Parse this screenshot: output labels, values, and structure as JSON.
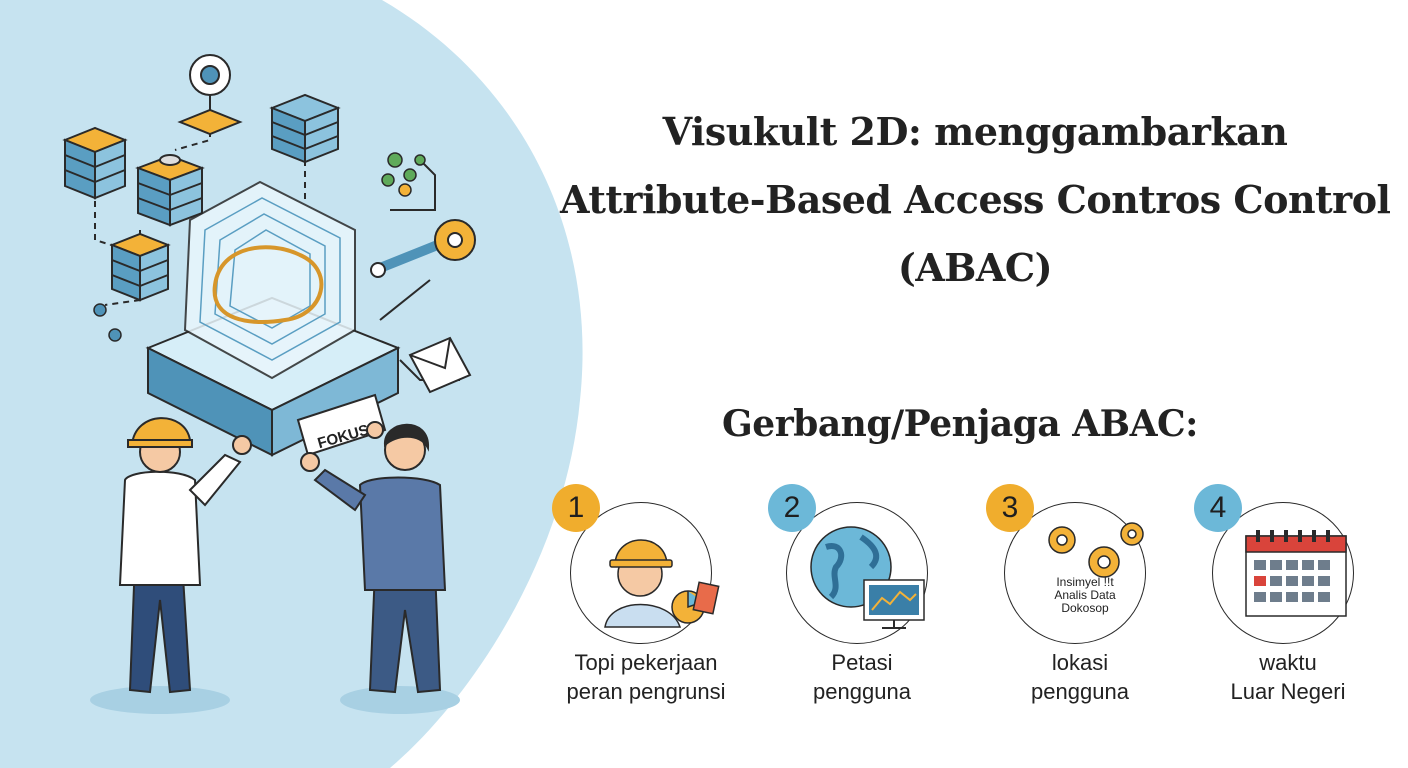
{
  "title_lines": [
    "Visukult 2D: menggambarkan",
    "Attribute-Based Access Contros Control",
    "(ABAC)"
  ],
  "subtitle": "Gerbang/Penjaga ABAC:",
  "illustration": {
    "badge": "FOKUS"
  },
  "steps": [
    {
      "number": "1",
      "color": "#f0ad2d",
      "icon": "hard-hat-worker-icon",
      "label_lines": [
        "Topi pekerjaan",
        "peran pengrunsi"
      ]
    },
    {
      "number": "2",
      "color": "#6cb8d8",
      "icon": "globe-monitor-icon",
      "label_lines": [
        "Petasi",
        "pengguna"
      ]
    },
    {
      "number": "3",
      "color": "#f0ad2d",
      "icon": "gears-icon",
      "icon_text_lines": [
        "Insimyel !!t",
        "Analis Data",
        "Dokosop"
      ],
      "label_lines": [
        "lokasi",
        "pengguna"
      ]
    },
    {
      "number": "4",
      "color": "#6cb8d8",
      "icon": "calendar-icon",
      "label_lines": [
        "waktu",
        "Luar Negeri"
      ]
    }
  ]
}
